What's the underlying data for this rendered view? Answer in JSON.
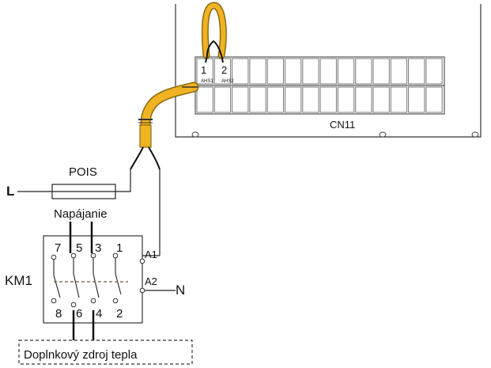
{
  "labels": {
    "fuse": "POIS",
    "line": "L",
    "supply": "Napájanie",
    "contactor": "KM1",
    "neutral": "N",
    "coil_a1": "A1",
    "coil_a2": "A2",
    "board": "CN11",
    "aux_source": "Doplnkový zdroj tepla"
  },
  "terminals": {
    "t1": "1",
    "t2": "2",
    "t1_sub": "AHS1",
    "t2_sub": "AHS2"
  },
  "contacts": {
    "top": [
      "7",
      "5",
      "3",
      "1"
    ],
    "bottom": [
      "8",
      "6",
      "4",
      "2"
    ]
  },
  "colors": {
    "cable": "#f0b323",
    "cable_edge": "#8a6a10",
    "line": "#222222"
  }
}
